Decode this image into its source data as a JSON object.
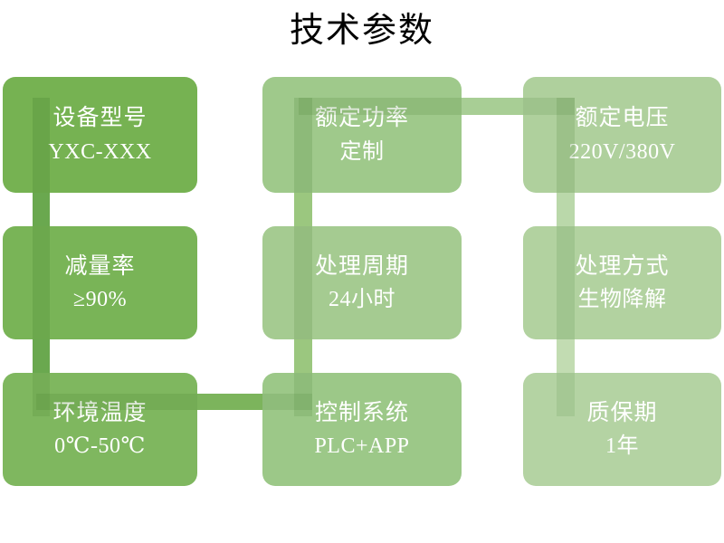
{
  "title": "技术参数",
  "theme": {
    "background": "#ffffff",
    "title_color": "#000000",
    "green_dark": "#6AA84F",
    "green_mid": "#7CB45C",
    "green_strong": "#74B04F",
    "green_light": "#A8CE95",
    "green_pale": "#B6D5A4",
    "card_text": "#ffffff"
  },
  "cards": [
    {
      "id": "device-model",
      "title": "设备型号",
      "value": "YXC-XXX",
      "color": "#76B252",
      "row": 1,
      "col": 1
    },
    {
      "id": "rated-power",
      "title": "额定功率",
      "value": "定制",
      "color": "#9FC98B",
      "row": 1,
      "col": 2
    },
    {
      "id": "rated-voltage",
      "title": "额定电压",
      "value": "220V/380V",
      "color": "#AFD09D",
      "row": 1,
      "col": 3
    },
    {
      "id": "reduction-rate",
      "title": "减量率",
      "value": "≥90%",
      "color": "#79B457",
      "row": 2,
      "col": 1
    },
    {
      "id": "treatment-cycle",
      "title": "处理周期",
      "value": "24小时",
      "color": "#A5CB91",
      "row": 2,
      "col": 2
    },
    {
      "id": "treatment-method",
      "title": "处理方式",
      "value": "生物降解",
      "color": "#B2D2A0",
      "row": 2,
      "col": 3
    },
    {
      "id": "ambient-temperature",
      "title": "环境温度",
      "value": "0℃-50℃",
      "color": "#7FB75F",
      "row": 3,
      "col": 1
    },
    {
      "id": "control-system",
      "title": "控制系统",
      "value": "PLC+APP",
      "color": "#9CC888",
      "row": 3,
      "col": 2
    },
    {
      "id": "warranty-period",
      "title": "质保期",
      "value": "1年",
      "color": "#B4D3A3",
      "row": 3,
      "col": 3
    }
  ]
}
